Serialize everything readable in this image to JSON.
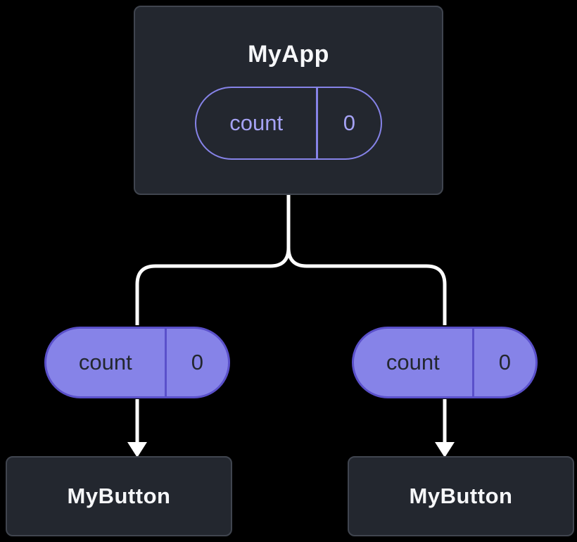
{
  "colors": {
    "background": "#000000",
    "node_fill": "#23272f",
    "node_border": "#40454f",
    "node_text": "#f6f7f9",
    "state_pill_outline": "#8683e8",
    "state_pill_text": "#a5a2f4",
    "prop_pill_fill": "#8683e8",
    "prop_pill_border": "#5a50ca",
    "prop_pill_text": "#23272f",
    "connector": "#ffffff"
  },
  "diagram": {
    "root": {
      "title": "MyApp",
      "state": {
        "name": "count",
        "value": "0"
      }
    },
    "children": [
      {
        "title": "MyButton",
        "prop": {
          "name": "count",
          "value": "0"
        }
      },
      {
        "title": "MyButton",
        "prop": {
          "name": "count",
          "value": "0"
        }
      }
    ]
  }
}
